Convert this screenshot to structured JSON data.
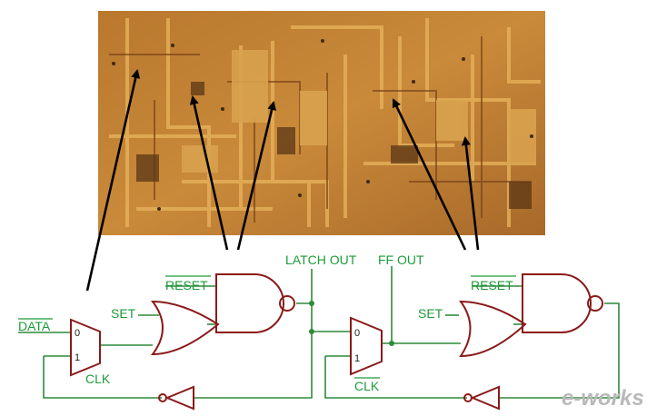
{
  "labels": {
    "latch_out": "LATCH OUT",
    "ff_out": "FF OUT",
    "data": "DATA",
    "set_1": "SET",
    "set_2": "SET",
    "reset_1": "RESET",
    "reset_2": "RESET",
    "clk_1": "CLK",
    "clk_2": "CLK",
    "mux_in_0": "0",
    "mux_in_1": "1",
    "mux2_in_0": "0",
    "mux2_in_1": "1"
  },
  "watermark": "e-works",
  "colors": {
    "label_green": "#1e9b3a",
    "gate_red": "#8b1a1a",
    "wire_green": "#2f8a3a",
    "arrow": "#000000"
  }
}
